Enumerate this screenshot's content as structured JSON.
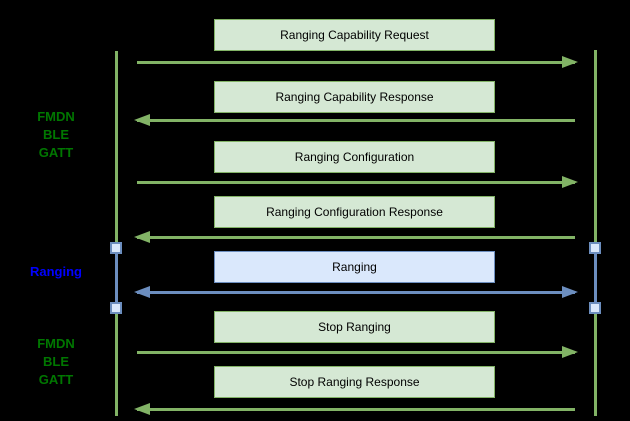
{
  "diagram": {
    "type": "sequence",
    "description": "Ranging session message flow over FMDN BLE GATT between two lifelines",
    "side_labels": [
      {
        "name": "fmdn-ble-gatt-top",
        "lines": [
          "FMDN",
          "BLE",
          "GATT"
        ],
        "color": "#007700"
      },
      {
        "name": "ranging",
        "lines": [
          "Ranging"
        ],
        "color": "#0000ff"
      },
      {
        "name": "fmdn-ble-gatt-bottom",
        "lines": [
          "FMDN",
          "BLE",
          "GATT"
        ],
        "color": "#007700"
      }
    ],
    "messages": [
      {
        "label": "Ranging Capability Request",
        "direction": "left-to-right",
        "style": "green",
        "phase": "FMDN BLE GATT"
      },
      {
        "label": "Ranging Capability Response",
        "direction": "right-to-left",
        "style": "green",
        "phase": "FMDN BLE GATT"
      },
      {
        "label": "Ranging Configuration",
        "direction": "left-to-right",
        "style": "green",
        "phase": "FMDN BLE GATT"
      },
      {
        "label": "Ranging Configuration Response",
        "direction": "right-to-left",
        "style": "green",
        "phase": "FMDN BLE GATT"
      },
      {
        "label": "Ranging",
        "direction": "bidirectional",
        "style": "blue",
        "phase": "Ranging"
      },
      {
        "label": "Stop Ranging",
        "direction": "left-to-right",
        "style": "green",
        "phase": "FMDN BLE GATT"
      },
      {
        "label": "Stop Ranging Response",
        "direction": "right-to-left",
        "style": "green",
        "phase": "FMDN BLE GATT"
      }
    ],
    "lifelines": {
      "count": 2,
      "session_markers_per_lifeline": 2,
      "marker_style": "small light-blue square"
    },
    "colors": {
      "background": "#000000",
      "green_fill": "#d5e8d4",
      "green_stroke": "#82b366",
      "blue_fill": "#dae8fc",
      "blue_stroke": "#6c8ebf",
      "label_green": "#007700",
      "label_blue": "#0000ff",
      "box_text": "#000000"
    }
  }
}
